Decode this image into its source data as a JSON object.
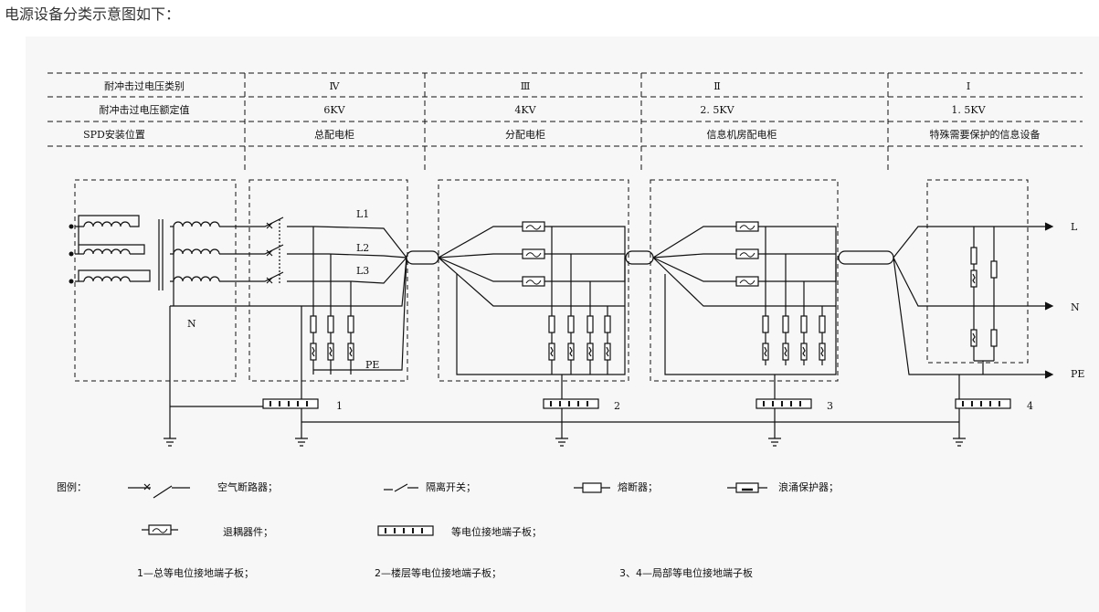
{
  "page_title": "电源设备分类示意图如下：",
  "table": {
    "row_labels": [
      "耐冲击过电压类别",
      "耐冲击过电压额定值",
      "SPD安装位置"
    ],
    "categories": [
      "Ⅳ",
      "Ⅲ",
      "Ⅱ",
      "Ⅰ"
    ],
    "ratings": [
      "6KV",
      "4KV",
      "2. 5KV",
      "1. 5KV"
    ],
    "locations": [
      "总配电柜",
      "分配电柜",
      "信息机房配电柜",
      "特殊需要保护的信息设备"
    ]
  },
  "diagram": {
    "line_labels": [
      "L1",
      "L2",
      "L3"
    ],
    "neutral_label": "N",
    "pe_label": "PE",
    "out_labels": [
      "L",
      "N",
      "PE"
    ],
    "bar_numbers": [
      "1",
      "2",
      "3",
      "4"
    ]
  },
  "legend": {
    "title": "图例：",
    "breaker": "空气断路器；",
    "isolator": "隔离开关；",
    "fuse": "熔断器；",
    "surge": "浪涌保护器；",
    "decoupler": "退耦器件；",
    "bar": "等电位接地端子板；",
    "note1": "1—总等电位接地端子板；",
    "note2": "2—楼层等电位接地端子板；",
    "note3": "3、4—局部等电位接地端子板"
  },
  "colors": {
    "panel_bg": "#f7f7f7",
    "line": "#111111"
  }
}
